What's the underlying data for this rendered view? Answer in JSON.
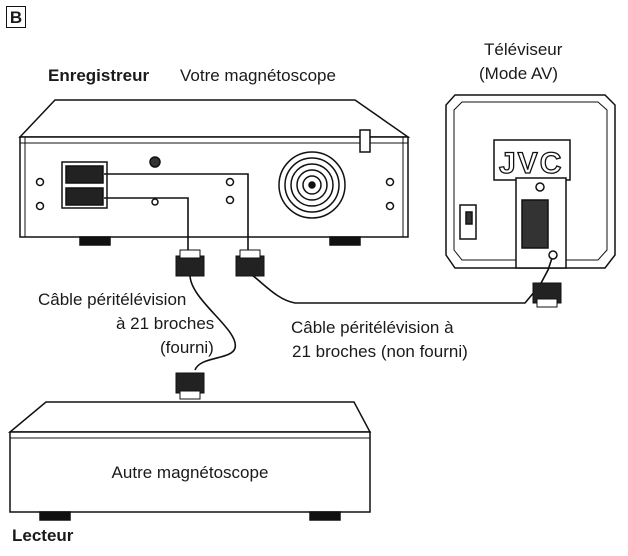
{
  "figure": {
    "badge": "B",
    "recorder": {
      "label_bold": "Enregistreur",
      "label": "Votre magnétoscope"
    },
    "tv": {
      "label_line1": "Téléviseur",
      "label_line2": "(Mode AV)",
      "brand": "JVC"
    },
    "cable_supplied": {
      "line1": "Câble péritélévision",
      "line2": "à 21 broches",
      "line3": "(fourni)"
    },
    "cable_not_supplied": {
      "line1": "Câble péritélévision à",
      "line2": "21 broches (non fourni)"
    },
    "player": {
      "box_label": "Autre magnétoscope",
      "label_bold": "Lecteur"
    }
  }
}
